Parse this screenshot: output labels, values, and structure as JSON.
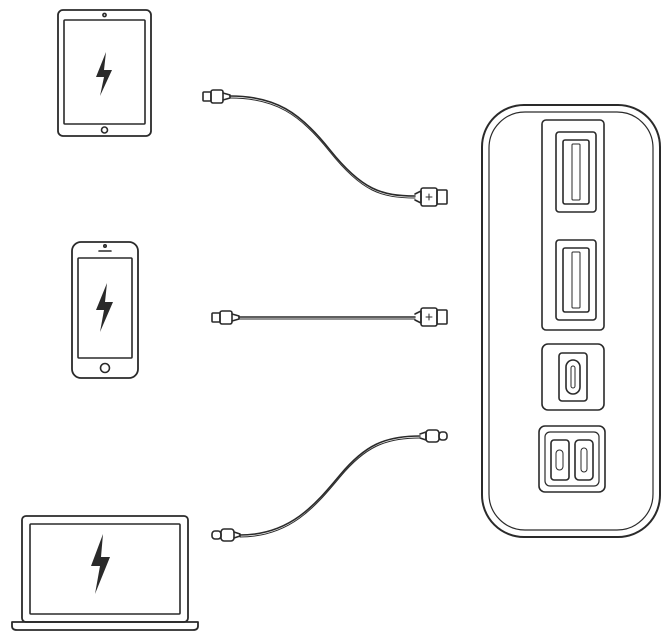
{
  "diagram": {
    "kind": "power-bank-charging-illustration",
    "colors": {
      "line": "#2a2a2a",
      "background": "#ffffff"
    },
    "devices": [
      {
        "name": "tablet",
        "icon": "lightning-bolt-icon",
        "cable": "micro-usb-to-usb-a"
      },
      {
        "name": "phone",
        "icon": "lightning-bolt-icon",
        "cable": "micro-usb-to-usb-a"
      },
      {
        "name": "laptop",
        "icon": "lightning-bolt-icon",
        "cable": "usb-c-to-usb-c"
      }
    ],
    "power_bank": {
      "ports": [
        "usb-a-port",
        "usb-a-port",
        "usb-c-port",
        "dual-port-input"
      ]
    }
  }
}
